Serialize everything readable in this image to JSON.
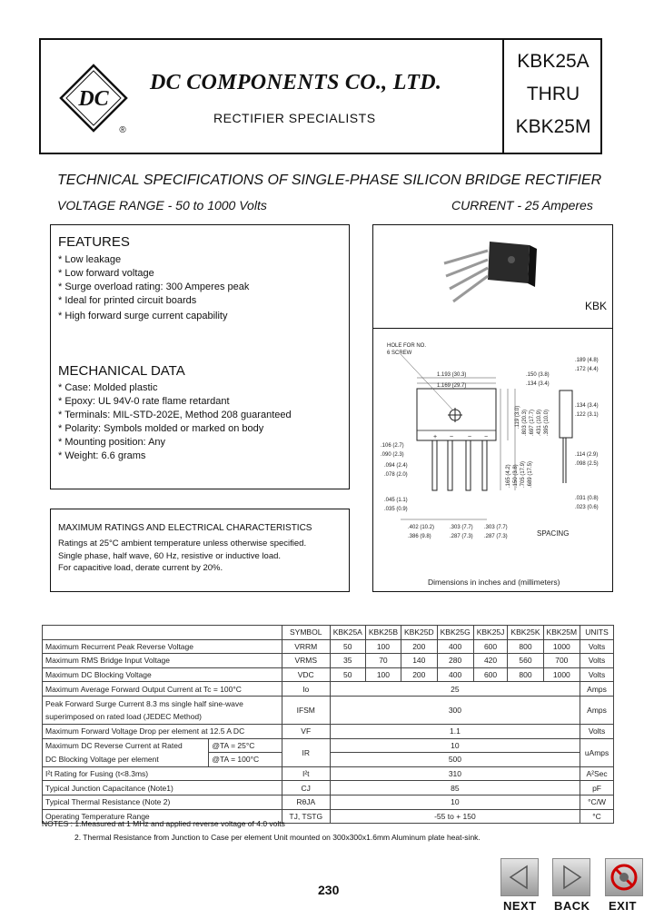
{
  "header": {
    "company": "DC COMPONENTS CO.,  LTD.",
    "tagline": "RECTIFIER SPECIALISTS",
    "model_from": "KBK25A",
    "thru": "THRU",
    "model_to": "KBK25M",
    "logo_text": "DC",
    "registered": "®"
  },
  "title": "TECHNICAL SPECIFICATIONS OF SINGLE-PHASE SILICON BRIDGE RECTIFIER",
  "voltage_range": "VOLTAGE RANGE - 50 to 1000 Volts",
  "current": "CURRENT - 25 Amperes",
  "features": {
    "heading": "FEATURES",
    "items": [
      "* Low leakage",
      "* Low forward voltage",
      "* Surge overload rating: 300 Amperes peak",
      "* Ideal for printed circuit boards",
      "* High forward surge current capability"
    ]
  },
  "mechanical": {
    "heading": "MECHANICAL DATA",
    "items": [
      "* Case: Molded plastic",
      "* Epoxy: UL 94V-0 rate flame retardant",
      "* Terminals: MIL-STD-202E,  Method 208 guaranteed",
      "* Polarity: Symbols molded or marked on body",
      "* Mounting position: Any",
      "* Weight: 6.6 grams"
    ]
  },
  "package_label": "KBK",
  "dimensions": {
    "hole_label_1": "HOLE FOR NO.",
    "hole_label_2": "6 SCREW",
    "spacing": "SPACING",
    "footer": "Dimensions in inches and (millimeters)",
    "d1": "1.193 (30.3)",
    "d2": "1.169 (29.7)",
    "d3": ".150 (3.8)",
    "d4": ".134 (3.4)",
    "d5": ".189 (4.8)",
    "d6": ".172 (4.4)",
    "d7": ".134 (3.4)",
    "d8": ".122 (3.1)",
    "d9": ".106 (2.7)",
    "d10": ".090 (2.3)",
    "d11": ".094 (2.4)",
    "d12": ".078 (2.0)",
    "d13": ".045 (1.1)",
    "d14": ".035 (0.9)",
    "d15": ".402 (10.2)",
    "d16": ".386 (9.8)",
    "d17": ".303 (7.7)",
    "d18": ".287 (7.3)",
    "d19": ".303 (7.7)",
    "d20": ".287 (7.3)",
    "d21": ".114 (2.9)",
    "d22": ".098 (2.5)",
    "d23": ".031 (0.8)",
    "d24": ".023 (0.6)",
    "d25": ".119 (3.0)",
    "d26": ".803 (20.3)",
    "d27": ".697 (17.7)",
    "d28": ".431 (10.9)",
    "d29": ".395 (10.0)",
    "d30": ".165 (4.2)",
    "d31": ".150 (3.8)",
    "d32": ".705 (17.9)",
    "d33": ".689 (17.5)"
  },
  "ratings": {
    "heading": "MAXIMUM RATINGS AND ELECTRICAL CHARACTERISTICS",
    "lines": [
      "Ratings at 25°C ambient temperature unless otherwise specified.",
      "Single phase, half wave, 60 Hz, resistive or inductive load.",
      "For capacitive load, derate current by 20%."
    ]
  },
  "table": {
    "header": [
      "SYMBOL",
      "KBK25A",
      "KBK25B",
      "KBK25D",
      "KBK25G",
      "KBK25J",
      "KBK25K",
      "KBK25M",
      "UNITS"
    ],
    "rows": {
      "vrrm": {
        "label": "Maximum Recurrent Peak Reverse Voltage",
        "symbol": "VRRM",
        "values": [
          "50",
          "100",
          "200",
          "400",
          "600",
          "800",
          "1000"
        ],
        "unit": "Volts"
      },
      "vrms": {
        "label": "Maximum RMS Bridge Input Voltage",
        "symbol": "VRMS",
        "values": [
          "35",
          "70",
          "140",
          "280",
          "420",
          "560",
          "700"
        ],
        "unit": "Volts"
      },
      "vdc": {
        "label": "Maximum DC Blocking Voltage",
        "symbol": "VDC",
        "values": [
          "50",
          "100",
          "200",
          "400",
          "600",
          "800",
          "1000"
        ],
        "unit": "Volts"
      },
      "io": {
        "label": "Maximum Average Forward Output Current at Tc = 100°C",
        "symbol": "Io",
        "value": "25",
        "unit": "Amps"
      },
      "ifsm": {
        "label1": "Peak Forward Surge Current 8.3 ms single half sine-wave",
        "label2": "superimposed on rated load (JEDEC Method)",
        "symbol": "IFSM",
        "value": "300",
        "unit": "Amps"
      },
      "vf": {
        "label": "Maximum Forward Voltage Drop per element at 12.5 A DC",
        "symbol": "VF",
        "value": "1.1",
        "unit": "Volts"
      },
      "ir": {
        "label1": "Maximum DC Reverse Current at Rated",
        "label2": "DC Blocking Voltage per element",
        "cond1": "@TA = 25°C",
        "cond2": "@TA = 100°C",
        "symbol": "IR",
        "value1": "10",
        "value2": "500",
        "unit": "uAmps"
      },
      "i2t": {
        "label": "I²t Rating for Fusing (t<8.3ms)",
        "symbol": "I²t",
        "value": "310",
        "unit": "A²Sec"
      },
      "cj": {
        "label": "Typical Junction Capacitance (Note1)",
        "symbol": "CJ",
        "value": "85",
        "unit": "pF"
      },
      "rth": {
        "label": "Typical Thermal Resistance (Note 2)",
        "symbol": "RθJA",
        "value": "10",
        "unit": "°C/W"
      },
      "temp": {
        "label": "Operating Temperature Range",
        "symbol": "TJ, TSTG",
        "value": "-55 to + 150",
        "unit": "°C"
      }
    }
  },
  "notes": [
    "NOTES : 1.Measured at 1 MHz and applied reverse voltage of 4.0 volts",
    "2. Thermal Resistance from Junction to Case per element Unit mounted on 300x300x1.6mm Aluminum plate heat-sink."
  ],
  "page_number": "230",
  "nav": {
    "next": "NEXT",
    "back": "BACK",
    "exit": "EXIT"
  }
}
